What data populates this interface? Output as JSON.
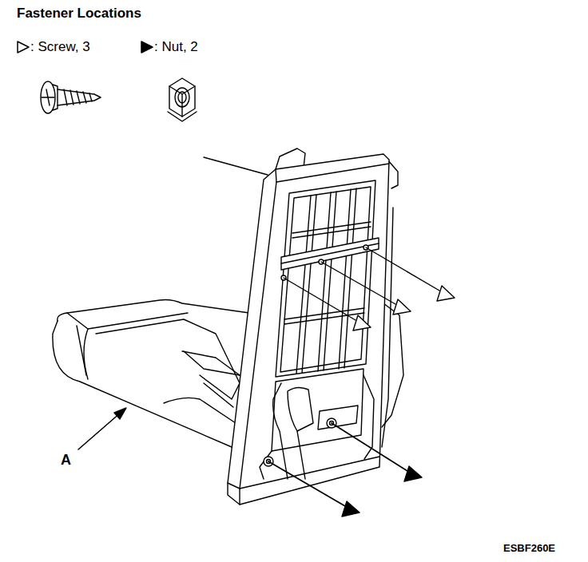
{
  "diagram": {
    "title": "Fastener Locations",
    "labels": [
      "A",
      "ESBF260E"
    ],
    "legend": [
      {
        "text": ": Screw, 3"
      },
      {
        "text": ": Nut, 2"
      }
    ]
  }
}
